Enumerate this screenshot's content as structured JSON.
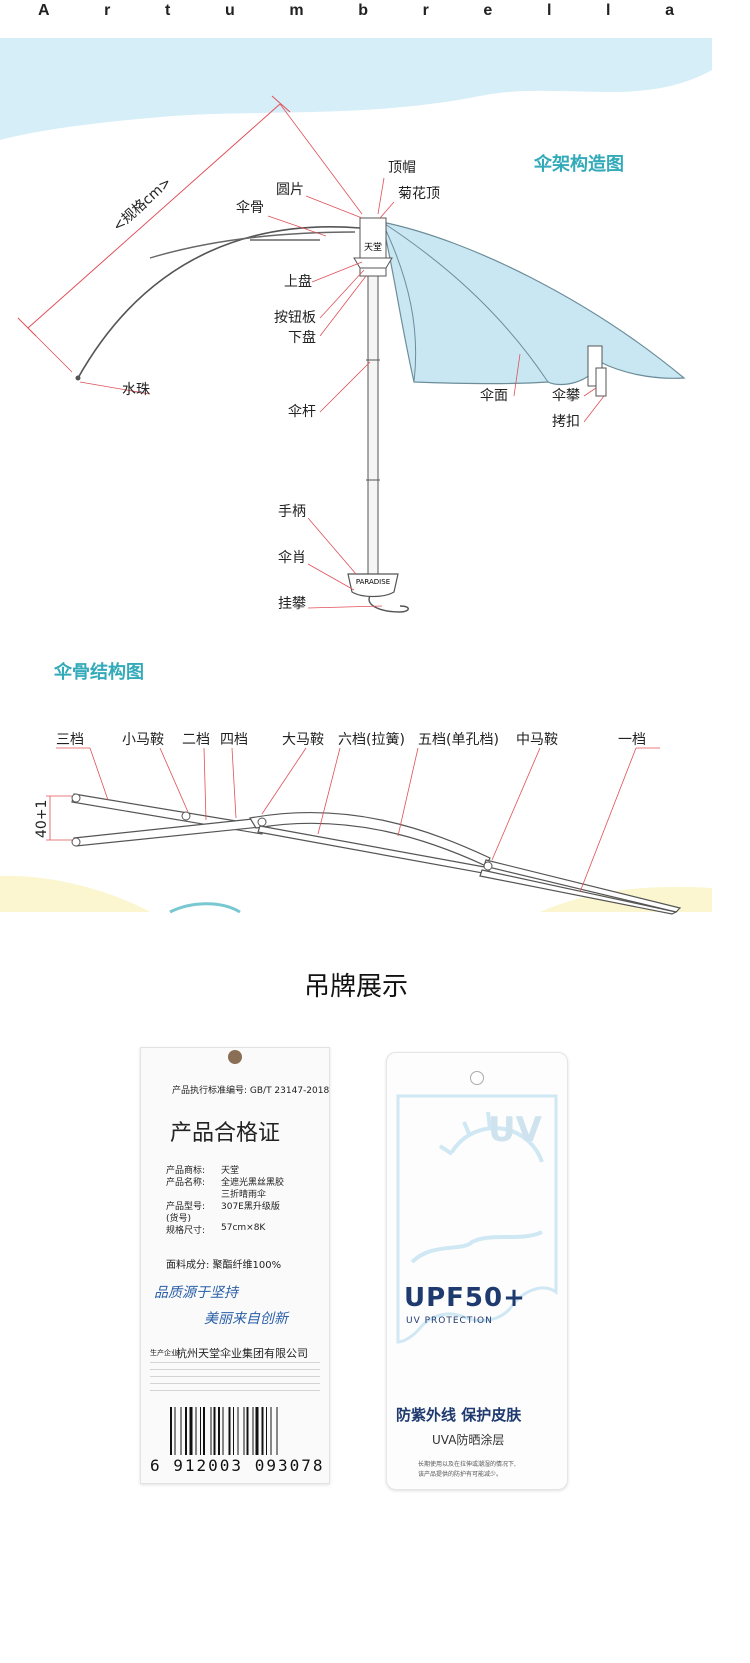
{
  "brand_letters": [
    "A",
    "r",
    "t",
    "u",
    "m",
    "b",
    "r",
    "e",
    "l",
    "l",
    "a"
  ],
  "frame_diagram": {
    "title": "伞架构造图",
    "spec_label": "<规格cm>",
    "labels": {
      "top_cap": "顶帽",
      "disc": "圆片",
      "chrysanthemum_top": "菊花顶",
      "rib": "伞骨",
      "upper_tray": "上盘",
      "button_plate": "按钮板",
      "lower_tray": "下盘",
      "bead": "水珠",
      "shaft": "伞杆",
      "canopy": "伞面",
      "strap": "伞攀",
      "buckle": "拷扣",
      "handle": "手柄",
      "sheath": "伞肖",
      "hanging_strap": "挂攀"
    },
    "handle_logo": "PARADISE",
    "hub_text": "天堂"
  },
  "rib_diagram": {
    "title": "伞骨结构图",
    "dimension": "40+1",
    "labels": [
      "三档",
      "小马鞍",
      "二档",
      "四档",
      "大马鞍",
      "六档(拉簧)",
      "五档(单孔档)",
      "中马鞍",
      "一档"
    ]
  },
  "tag_section": {
    "title": "吊牌展示"
  },
  "certificate_tag": {
    "standard": "产品执行标准编号: GB/T 23147-2018",
    "heading": "产品合格证",
    "rows": [
      {
        "k": "产品商标:",
        "v": "天堂"
      },
      {
        "k": "产品名称:",
        "v": "全遮光黑丝黑胶"
      },
      {
        "k": "",
        "v": "三折晴雨伞"
      },
      {
        "k": "产品型号:",
        "v": "307E黑升级版"
      },
      {
        "k": "(货号)",
        "v": ""
      },
      {
        "k": "规格尺寸:",
        "v": "57cm×8K"
      }
    ],
    "fabric": "面料成分: 聚酯纤维100%",
    "slogan1": "品质源于坚持",
    "slogan2": "美丽来自创新",
    "maker_prefix": "生产企业:",
    "maker": "杭州天堂伞业集团有限公司",
    "barcode_number": "6 912003 093078"
  },
  "uv_tag": {
    "uv": "UV",
    "upf": "UPF50+",
    "protection": "UV PROTECTION",
    "headline": "防紫外线 保护皮肤",
    "sub": "UVA防晒涂层",
    "note1": "长期使用以及在拉伸或潮湿的情况下,",
    "note2": "该产品提供的防护有可能减少。"
  },
  "colors": {
    "cyan_title": "#33aab9",
    "sky": "#d6eef8",
    "canopy": "#c9e7f2",
    "pale_yellow": "#fdf8d8",
    "red_line": "#e0505a",
    "uv_navy": "#1f3a6e"
  }
}
